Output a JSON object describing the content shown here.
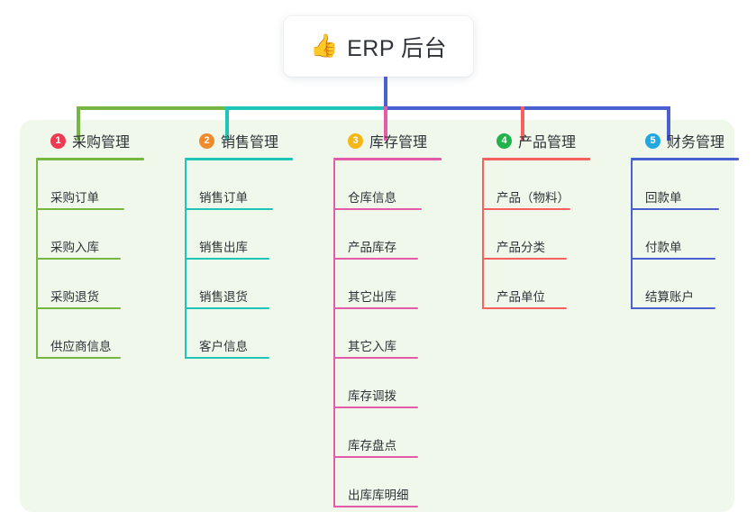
{
  "root": {
    "icon": "thumbs-up-emoji",
    "emoji": "👍",
    "title": "ERP 后台"
  },
  "colors": {
    "panel_background": "#eff8ea",
    "page_background": "#ffffff",
    "root_text": "#2f3339",
    "branch_green": "#76b743",
    "branch_teal": "#1fc6b8",
    "branch_pink": "#e35ba9",
    "branch_red": "#f4615f",
    "branch_blue": "#4a5fd0",
    "connector_bar_green": "#76b743",
    "connector_bar_teal": "#1fc6b8",
    "connector_bar_blue": "#4a5fd0"
  },
  "columns": [
    {
      "index": "1",
      "badge_color": "#ef3b52",
      "line_color": "#76b743",
      "title": "采购管理",
      "items": [
        "采购订单",
        "采购入库",
        "采购退货",
        "供应商信息"
      ]
    },
    {
      "index": "2",
      "badge_color": "#f08a2b",
      "line_color": "#1fc6b8",
      "title": "销售管理",
      "items": [
        "销售订单",
        "销售出库",
        "销售退货",
        "客户信息"
      ]
    },
    {
      "index": "3",
      "badge_color": "#f5b716",
      "line_color": "#e35ba9",
      "title": "库存管理",
      "items": [
        "仓库信息",
        "产品库存",
        "其它出库",
        "其它入库",
        "库存调拨",
        "库存盘点",
        "出库库明细"
      ]
    },
    {
      "index": "4",
      "badge_color": "#21b24b",
      "line_color": "#f4615f",
      "title": "产品管理",
      "items": [
        "产品（物料）",
        "产品分类",
        "产品单位"
      ]
    },
    {
      "index": "5",
      "badge_color": "#22a8e0",
      "line_color": "#4a5fd0",
      "title": "财务管理",
      "items": [
        "回款单",
        "付款单",
        "结算账户"
      ]
    }
  ]
}
